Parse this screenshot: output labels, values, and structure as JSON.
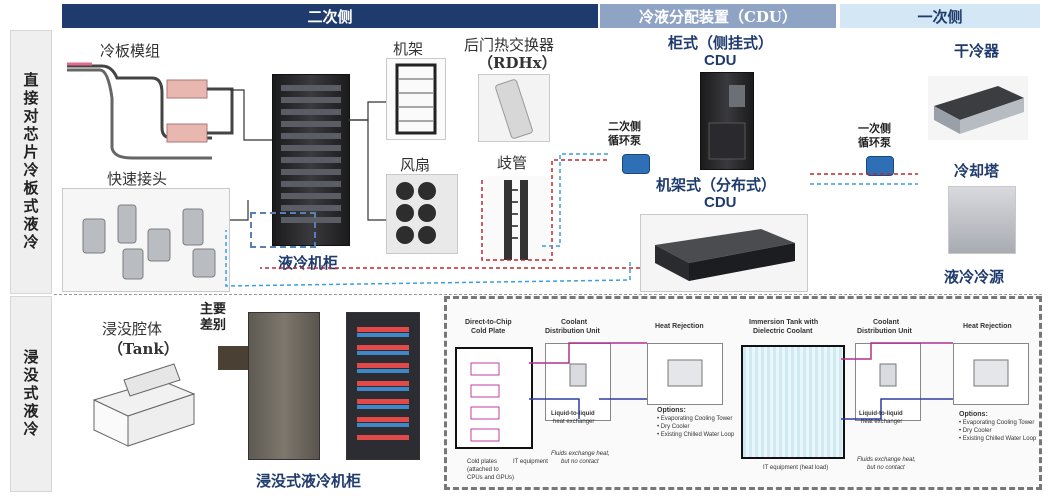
{
  "headers": {
    "secondary": "二次侧",
    "cdu": "冷液分配装置（CDU）",
    "primary": "一次侧"
  },
  "side_labels": {
    "cold_plate": "直接对芯片冷板式液冷",
    "immersion": "浸没式液冷"
  },
  "labels": {
    "cold_plate_module": "冷板模组",
    "quick_connector": "快速接头",
    "rack_frame": "机架",
    "rdhx_line1": "后门热交换器",
    "rdhx_line2": "（RDHx）",
    "fan": "风扇",
    "manifold": "歧管",
    "liquid_rack": "液冷机柜",
    "cdu_cabinet_line1": "柜式（侧挂式）",
    "cdu_cabinet_line2": "CDU",
    "cdu_rack_line1": "机架式（分布式）",
    "cdu_rack_line2": "CDU",
    "secondary_pump_line1": "二次侧",
    "secondary_pump_line2": "循环泵",
    "primary_pump_line1": "一次侧",
    "primary_pump_line2": "循环泵",
    "dry_cooler": "干冷器",
    "cooling_tower": "冷却塔",
    "liquid_cold_source": "液冷冷源",
    "tank_line1": "浸没腔体",
    "tank_line2": "（Tank）",
    "main_diff_line1": "主要",
    "main_diff_line2": "差别",
    "immersion_rack": "浸没式液冷机柜"
  },
  "inset": {
    "left": {
      "title1": "Direct-to-Chip",
      "title2": "Cold Plate",
      "cdu1": "Coolant",
      "cdu2": "Distribution Unit",
      "heat": "Heat Rejection",
      "hx1": "Liquid-to-liquid",
      "hx2": "heat exchanger",
      "note1": "Fluids exchange heat,",
      "note2": "but no contact",
      "options": "Options:",
      "opt1": "• Evaporating Cooling Tower",
      "opt2": "• Dry Cooler",
      "opt3": "• Existing Chilled Water Loop",
      "cp1": "Cold plates",
      "cp2": "(attached to",
      "cp3": "CPUs and GPUs)",
      "it": "IT equipment"
    },
    "right": {
      "title1": "Immersion Tank with",
      "title2": "Dielectric Coolant",
      "cdu1": "Coolant",
      "cdu2": "Distribution Unit",
      "heat": "Heat Rejection",
      "hx1": "Liquid-to-liquid",
      "hx2": "heat exchanger",
      "note1": "Fluids exchange heat,",
      "note2": "but no contact",
      "options": "Options:",
      "opt1": "• Evaporating Cooling Tower",
      "opt2": "• Dry Cooler",
      "opt3": "• Existing Chilled Water Loop",
      "it": "IT equipment (heat load)"
    }
  },
  "colors": {
    "header_dark": "#1f3b6e",
    "header_mid": "#8fa3c4",
    "header_light": "#d3e7f5",
    "hot_line": "#c0282d",
    "cold_line": "#3a9ee0"
  }
}
